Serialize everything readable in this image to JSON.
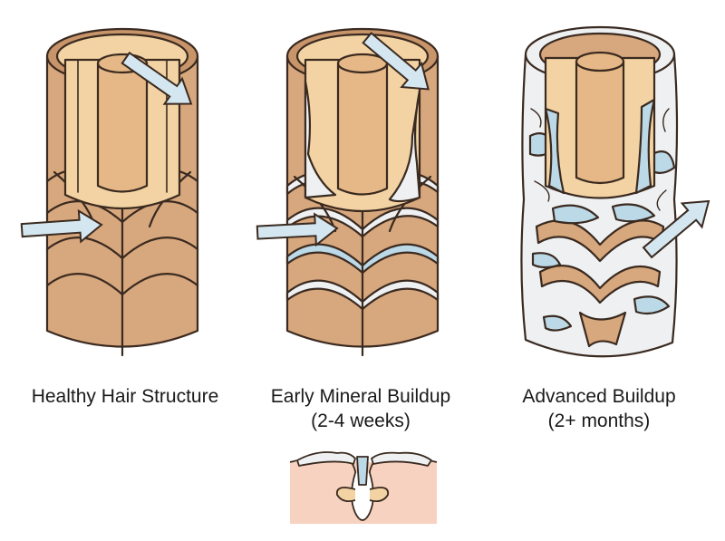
{
  "stages": [
    {
      "title": "Healthy Hair Structure",
      "subtitle": ""
    },
    {
      "title": "Early Mineral Buildup",
      "subtitle": "(2-4 weeks)"
    },
    {
      "title": "Advanced Buildup",
      "subtitle": "(2+ months)"
    }
  ],
  "colors": {
    "cortex": "#d7a77d",
    "cuticle_dark": "#c8946a",
    "medulla": "#f3d3a3",
    "inner_core": "#e6b887",
    "mineral_white": "#eef0f2",
    "mineral_blue": "#bcd9e8",
    "arrow_fill": "#d4e7f1",
    "outline": "#3a2a20",
    "skin": "#f7d2c1"
  },
  "icons": [
    "arrow-in-icon",
    "arrow-out-icon",
    "hair-follicle-icon"
  ]
}
